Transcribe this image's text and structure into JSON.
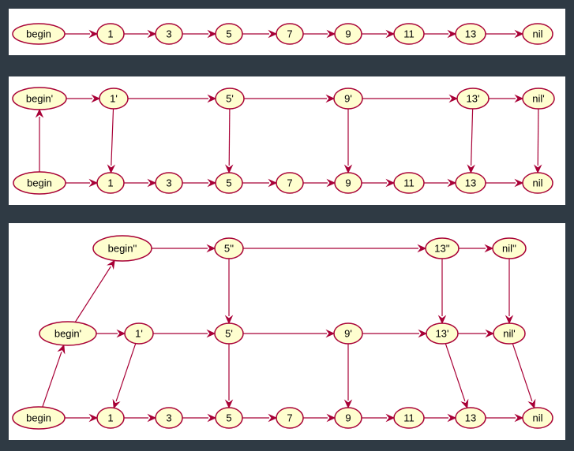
{
  "colors": {
    "background": "#2f3a44",
    "panel": "#ffffff",
    "node_fill": "#fefecf",
    "node_border": "#a80036",
    "edge": "#a80036"
  },
  "panels": [
    {
      "id": "list",
      "nodes": [
        {
          "id": "begin",
          "label": "begin"
        },
        {
          "id": "n1",
          "label": "1"
        },
        {
          "id": "n3",
          "label": "3"
        },
        {
          "id": "n5",
          "label": "5"
        },
        {
          "id": "n7",
          "label": "7"
        },
        {
          "id": "n9",
          "label": "9"
        },
        {
          "id": "n11",
          "label": "11"
        },
        {
          "id": "n13",
          "label": "13"
        },
        {
          "id": "nil",
          "label": "nil"
        }
      ],
      "edges": [
        [
          "begin",
          "n1"
        ],
        [
          "n1",
          "n3"
        ],
        [
          "n3",
          "n5"
        ],
        [
          "n5",
          "n7"
        ],
        [
          "n7",
          "n9"
        ],
        [
          "n9",
          "n11"
        ],
        [
          "n11",
          "n13"
        ],
        [
          "n13",
          "nil"
        ]
      ]
    },
    {
      "id": "one-level",
      "nodes": [
        {
          "id": "b1",
          "label": "begin'"
        },
        {
          "id": "p1",
          "label": "1'"
        },
        {
          "id": "p5",
          "label": "5'"
        },
        {
          "id": "p9",
          "label": "9'"
        },
        {
          "id": "p13",
          "label": "13'"
        },
        {
          "id": "pnil",
          "label": "nil'"
        },
        {
          "id": "begin",
          "label": "begin"
        },
        {
          "id": "n1",
          "label": "1"
        },
        {
          "id": "n3",
          "label": "3"
        },
        {
          "id": "n5",
          "label": "5"
        },
        {
          "id": "n7",
          "label": "7"
        },
        {
          "id": "n9",
          "label": "9"
        },
        {
          "id": "n11",
          "label": "11"
        },
        {
          "id": "n13",
          "label": "13"
        },
        {
          "id": "nil",
          "label": "nil"
        }
      ],
      "edges": [
        [
          "b1",
          "p1"
        ],
        [
          "p1",
          "p5"
        ],
        [
          "p5",
          "p9"
        ],
        [
          "p9",
          "p13"
        ],
        [
          "p13",
          "pnil"
        ],
        [
          "begin",
          "b1"
        ],
        [
          "p1",
          "n1"
        ],
        [
          "p5",
          "n5"
        ],
        [
          "p9",
          "n9"
        ],
        [
          "p13",
          "n13"
        ],
        [
          "pnil",
          "nil"
        ],
        [
          "begin",
          "n1"
        ],
        [
          "n1",
          "n3"
        ],
        [
          "n3",
          "n5"
        ],
        [
          "n5",
          "n7"
        ],
        [
          "n7",
          "n9"
        ],
        [
          "n9",
          "n11"
        ],
        [
          "n11",
          "n13"
        ],
        [
          "n13",
          "nil"
        ]
      ]
    },
    {
      "id": "two-level",
      "nodes": [
        {
          "id": "b2",
          "label": "begin''"
        },
        {
          "id": "q5",
          "label": "5''"
        },
        {
          "id": "q13",
          "label": "13''"
        },
        {
          "id": "qnil",
          "label": "nil''"
        },
        {
          "id": "b1",
          "label": "begin'"
        },
        {
          "id": "p1",
          "label": "1'"
        },
        {
          "id": "p5",
          "label": "5'"
        },
        {
          "id": "p9",
          "label": "9'"
        },
        {
          "id": "p13",
          "label": "13'"
        },
        {
          "id": "pnil",
          "label": "nil'"
        },
        {
          "id": "begin",
          "label": "begin"
        },
        {
          "id": "n1",
          "label": "1"
        },
        {
          "id": "n3",
          "label": "3"
        },
        {
          "id": "n5",
          "label": "5"
        },
        {
          "id": "n7",
          "label": "7"
        },
        {
          "id": "n9",
          "label": "9"
        },
        {
          "id": "n11",
          "label": "11"
        },
        {
          "id": "n13",
          "label": "13"
        },
        {
          "id": "nil",
          "label": "nil"
        }
      ],
      "edges": [
        [
          "b2",
          "q5"
        ],
        [
          "q5",
          "q13"
        ],
        [
          "q13",
          "qnil"
        ],
        [
          "b1",
          "b2"
        ],
        [
          "q5",
          "p5"
        ],
        [
          "q13",
          "p13"
        ],
        [
          "qnil",
          "pnil"
        ],
        [
          "b1",
          "p1"
        ],
        [
          "p1",
          "p5"
        ],
        [
          "p5",
          "p9"
        ],
        [
          "p9",
          "p13"
        ],
        [
          "p13",
          "pnil"
        ],
        [
          "begin",
          "b1"
        ],
        [
          "p1",
          "n1"
        ],
        [
          "p5",
          "n5"
        ],
        [
          "p9",
          "n9"
        ],
        [
          "p13",
          "n13"
        ],
        [
          "pnil",
          "nil"
        ],
        [
          "begin",
          "n1"
        ],
        [
          "n1",
          "n3"
        ],
        [
          "n3",
          "n5"
        ],
        [
          "n5",
          "n7"
        ],
        [
          "n7",
          "n9"
        ],
        [
          "n9",
          "n11"
        ],
        [
          "n11",
          "n13"
        ],
        [
          "n13",
          "nil"
        ]
      ]
    }
  ]
}
